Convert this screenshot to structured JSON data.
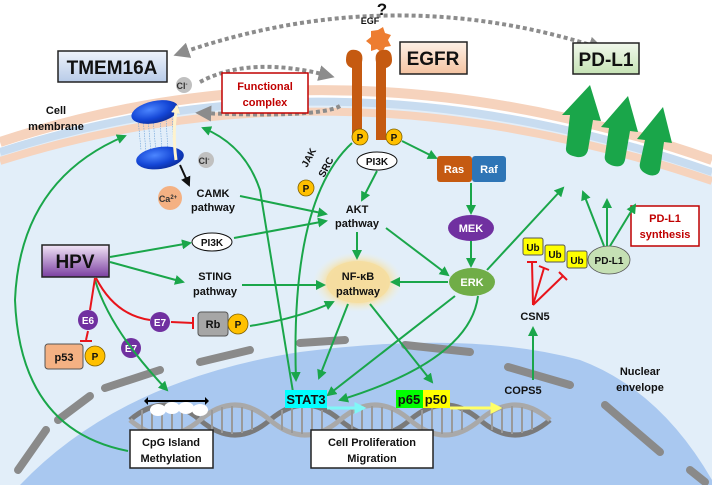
{
  "question_mark": "?",
  "labels": {
    "tmem16a": "TMEM16A",
    "egfr": "EGFR",
    "pdl1_top": "PD-L1",
    "egf": "EGF",
    "functional_complex_1": "Functional",
    "functional_complex_2": "complex",
    "cell_membrane_1": "Cell",
    "cell_membrane_2": "membrane",
    "cl_ion": "Cl",
    "cl_sup": "-",
    "ca_ion": "Ca",
    "ca_sup": "2+",
    "camk_1": "CAMK",
    "camk_2": "pathway",
    "jak": "JAK",
    "src": "SRC",
    "pi3k": "PI3K",
    "akt_1": "AKT",
    "akt_2": "pathway",
    "ras": "Ras",
    "raf": "Raf",
    "mek": "MEK",
    "erk": "ERK",
    "hpv": "HPV",
    "sting_1": "STING",
    "sting_2": "pathway",
    "nfkb_1": "NF-κB",
    "nfkb_2": "pathway",
    "e6": "E6",
    "e7": "E7",
    "rb": "Rb",
    "p53": "p53",
    "p": "P",
    "ub": "Ub",
    "pdl1": "PD-L1",
    "pdl1_synthesis_1": "PD-L1",
    "pdl1_synthesis_2": "synthesis",
    "csn5": "CSN5",
    "cops5": "COPS5",
    "nuclear_envelope_1": "Nuclear",
    "nuclear_envelope_2": "envelope",
    "stat3": "STAT3",
    "p65": "p65",
    "p50": "p50",
    "cpg_1": "CpG Island",
    "cpg_2": "Methylation",
    "prolif_1": "Cell Proliferation",
    "prolif_2": "Migration"
  },
  "colors": {
    "activation": "#1aa64a",
    "inhibition": "#e8141b",
    "interaction": "#8c8c8c",
    "cytoplasm": "#e2eef9",
    "nucleus": "#a9c8f0",
    "membrane_outer": "#f6d3bd",
    "membrane_inner": "#c8dcf0",
    "egfr_receptor": "#c55a11",
    "hpv_protein": "#7030a0",
    "phospho": "#ffc000",
    "ubiquitin": "#ffff00",
    "stat3_highlight": "#00ffff",
    "p65_highlight": "#00ff00",
    "p50_highlight": "#ffff00"
  }
}
